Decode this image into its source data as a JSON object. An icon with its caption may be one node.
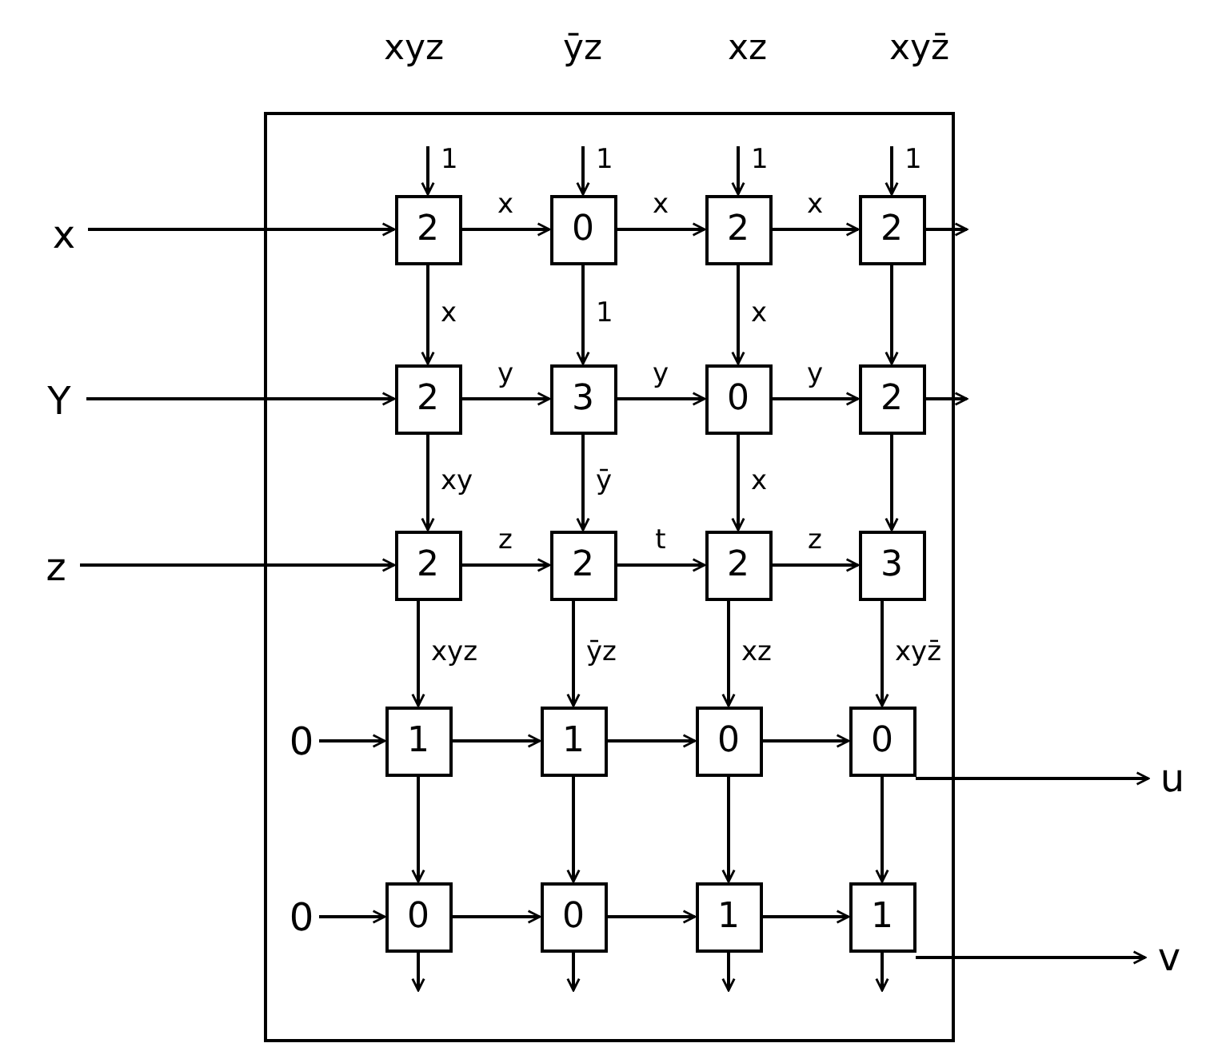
{
  "diagram": {
    "nodes": [
      {
        "text": [],
        "shape": "box"
      },
      {
        "text": [
          "2"
        ],
        "in": 0
      },
      {
        "text": [
          "0"
        ],
        "in": 0
      },
      {
        "text": [
          "2"
        ],
        "in": 0
      },
      {
        "text": [
          "2"
        ],
        "in": 0
      },
      {
        "text": [
          "2"
        ],
        "in": 0
      },
      {
        "text": [
          "3"
        ],
        "in": 0
      },
      {
        "text": [
          "0"
        ],
        "in": 0
      },
      {
        "text": [
          "2"
        ],
        "in": 0
      },
      {
        "text": [
          "2"
        ],
        "in": 0
      },
      {
        "text": [
          "2"
        ],
        "in": 0
      },
      {
        "text": [
          "2"
        ],
        "in": 0
      },
      {
        "text": [
          "3"
        ],
        "in": 0
      },
      {
        "text": [
          "1"
        ],
        "in": 0
      },
      {
        "text": [
          "1"
        ],
        "in": 0
      },
      {
        "text": [
          "0"
        ],
        "in": 0
      },
      {
        "text": [
          "0"
        ],
        "in": 0
      },
      {
        "text": [
          "0"
        ],
        "in": 0
      },
      {
        "text": [
          "0"
        ],
        "in": 0
      },
      {
        "text": [
          "1"
        ],
        "in": 0
      },
      {
        "text": [
          "1"
        ],
        "in": 0
      },
      {
        "text": [
          "x"
        ]
      },
      {
        "text": [
          "Y"
        ]
      },
      {
        "text": [
          "z"
        ]
      },
      {
        "text": [
          "0"
        ],
        "in": 0
      },
      {
        "text": [
          "0"
        ],
        "in": 0
      },
      {
        "text": [
          "u"
        ]
      },
      {
        "text": [
          "v"
        ]
      }
    ],
    "edges": [
      {
        "from": null,
        "to": 1,
        "arrow": "to",
        "label": "1"
      },
      {
        "from": null,
        "to": 2,
        "arrow": "to",
        "label": "1"
      },
      {
        "from": null,
        "to": 3,
        "arrow": "to",
        "label": "1"
      },
      {
        "from": null,
        "to": 4,
        "arrow": "to",
        "label": "1"
      },
      {
        "from": 21,
        "to": 1,
        "arrow": "to"
      },
      {
        "from": 1,
        "to": 2,
        "arrow": "to",
        "label": "x"
      },
      {
        "from": 2,
        "to": 3,
        "arrow": "to",
        "label": "x"
      },
      {
        "from": 3,
        "to": 4,
        "arrow": "to",
        "label": "x"
      },
      {
        "from": 4,
        "to": null,
        "arrow": "to"
      },
      {
        "from": 1,
        "to": 5,
        "arrow": "to",
        "label": "x"
      },
      {
        "from": 2,
        "to": 6,
        "arrow": "to",
        "label": "1"
      },
      {
        "from": 3,
        "to": 7,
        "arrow": "to",
        "label": "x"
      },
      {
        "from": 4,
        "to": 8,
        "arrow": "to"
      },
      {
        "from": 22,
        "to": 5,
        "arrow": "to"
      },
      {
        "from": 5,
        "to": 6,
        "arrow": "to",
        "label": "y"
      },
      {
        "from": 6,
        "to": 7,
        "arrow": "to",
        "label": "y"
      },
      {
        "from": 7,
        "to": 8,
        "arrow": "to",
        "label": "y"
      },
      {
        "from": 8,
        "to": null,
        "arrow": "to"
      },
      {
        "from": 5,
        "to": 9,
        "arrow": "to",
        "label": "xy"
      },
      {
        "from": 6,
        "to": 10,
        "arrow": "to",
        "label": "ȳ"
      },
      {
        "from": 7,
        "to": 11,
        "arrow": "to",
        "label": "x"
      },
      {
        "from": 8,
        "to": 12,
        "arrow": "to"
      },
      {
        "from": 23,
        "to": 9,
        "arrow": "to"
      },
      {
        "from": 9,
        "to": 10,
        "arrow": "to",
        "label": "z"
      },
      {
        "from": 10,
        "to": 11,
        "arrow": "to",
        "label": "t"
      },
      {
        "from": 11,
        "to": 12,
        "arrow": "to",
        "label": "z"
      },
      {
        "from": 9,
        "to": 13,
        "arrow": "to",
        "label": "xyz"
      },
      {
        "from": 10,
        "to": 14,
        "arrow": "to",
        "label": "ȳz"
      },
      {
        "from": 11,
        "to": 15,
        "arrow": "to",
        "label": "xz"
      },
      {
        "from": 12,
        "to": 16,
        "arrow": "to",
        "label": "xyz̄"
      },
      {
        "from": 24,
        "to": 13,
        "arrow": "to"
      },
      {
        "from": 13,
        "to": 14,
        "arrow": "to"
      },
      {
        "from": 14,
        "to": 15,
        "arrow": "to"
      },
      {
        "from": 15,
        "to": 16,
        "arrow": "to"
      },
      {
        "from": 16,
        "to": 26,
        "arrow": "to"
      },
      {
        "from": 13,
        "to": 17,
        "arrow": "to"
      },
      {
        "from": 14,
        "to": 18,
        "arrow": "to"
      },
      {
        "from": 15,
        "to": 19,
        "arrow": "to"
      },
      {
        "from": 16,
        "to": 20,
        "arrow": "to"
      },
      {
        "from": 25,
        "to": 17,
        "arrow": "to"
      },
      {
        "from": 17,
        "to": 18,
        "arrow": "to"
      },
      {
        "from": 18,
        "to": 19,
        "arrow": "to"
      },
      {
        "from": 19,
        "to": 20,
        "arrow": "to"
      },
      {
        "from": 20,
        "to": 27,
        "arrow": "to"
      },
      {
        "from": 17,
        "to": null,
        "arrow": "to"
      },
      {
        "from": 18,
        "to": null,
        "arrow": "to"
      },
      {
        "from": 19,
        "to": null,
        "arrow": "to"
      },
      {
        "from": 20,
        "to": null,
        "arrow": "to"
      }
    ],
    "labels": [
      "xyz",
      "ȳz",
      "xz",
      "xyz̄"
    ]
  }
}
